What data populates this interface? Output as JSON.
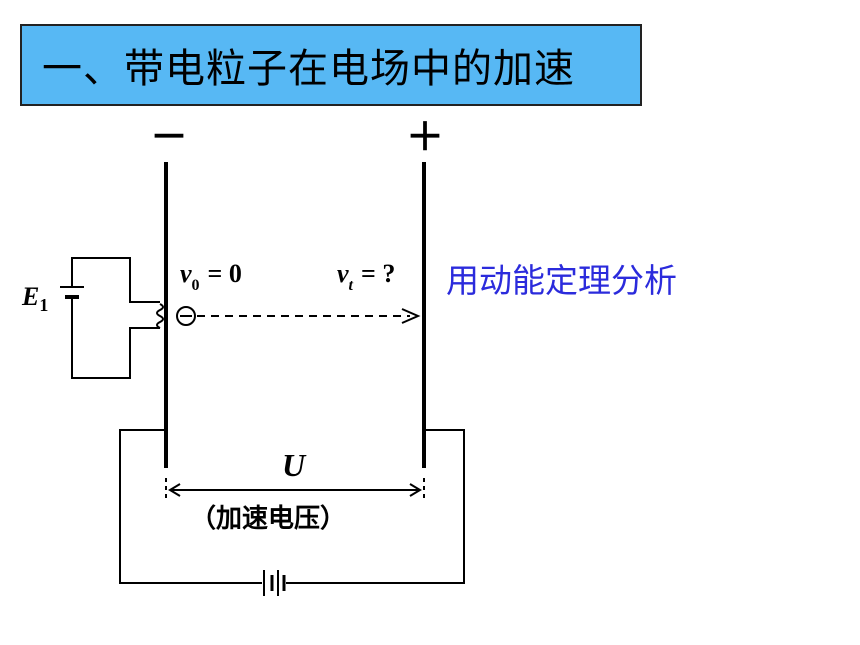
{
  "title": "一、带电粒子在电场中的加速",
  "plates": {
    "negative_sign": "－",
    "positive_sign": "＋"
  },
  "labels": {
    "source": "E",
    "source_sub": "1",
    "v_initial": "v",
    "v_initial_sub": "0",
    "v_initial_eq": "= 0",
    "v_final": "v",
    "v_final_sub": "t",
    "v_final_eq": "= ?",
    "voltage": "U",
    "voltage_caption": "（加速电压）",
    "method": "用动能定理分析",
    "particle_charge": "−"
  },
  "colors": {
    "title_bg": "#57b8f4",
    "method_text": "#2b2bdc",
    "lines": "#000000"
  }
}
